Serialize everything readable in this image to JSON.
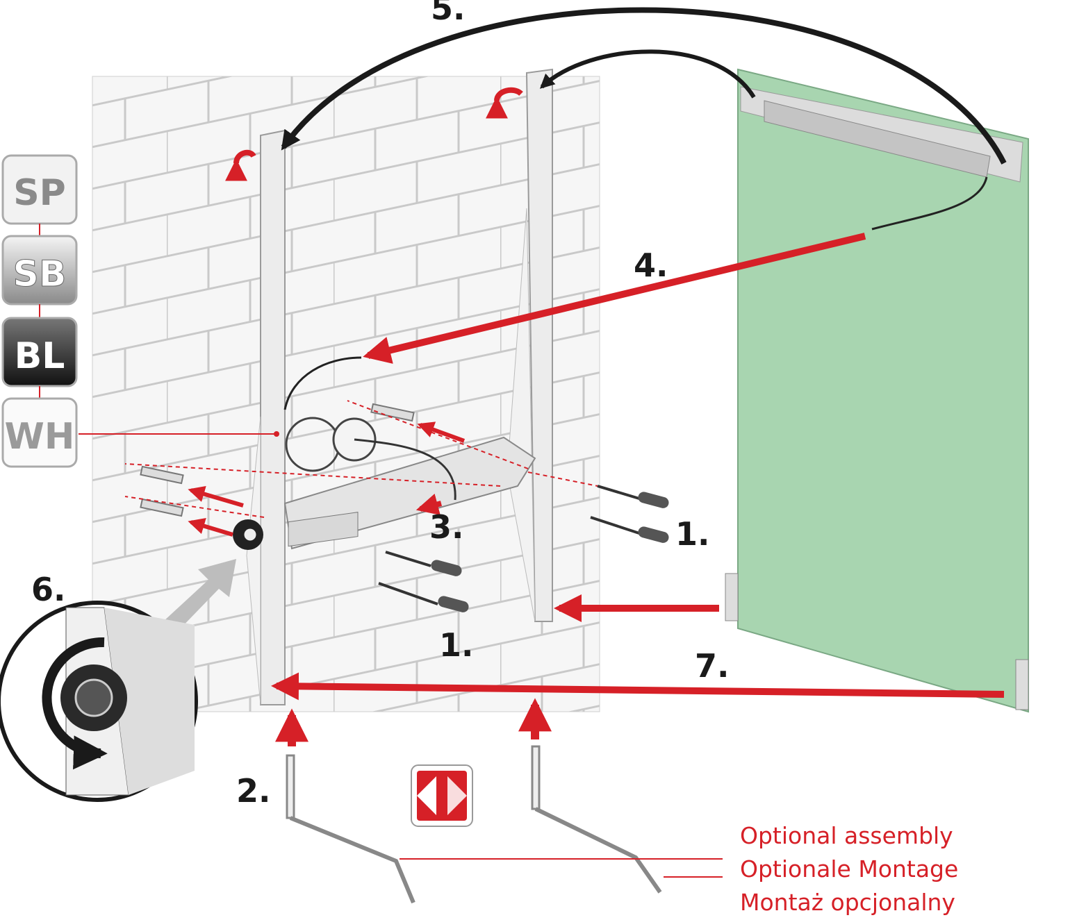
{
  "diagram": {
    "colors": {
      "accent_red": "#d62027",
      "panel_green": "#a8d5b0",
      "rail_grey": "#e8e8e8",
      "arrow_black": "#1a1a1a"
    },
    "badges": [
      {
        "label": "SP",
        "style": "light"
      },
      {
        "label": "SB",
        "style": "silver"
      },
      {
        "label": "BL",
        "style": "black"
      },
      {
        "label": "WH",
        "style": "white"
      }
    ],
    "steps": {
      "step1a": "1.",
      "step1b": "1.",
      "step2": "2.",
      "step3": "3.",
      "step4": "4.",
      "step5": "5.",
      "step6": "6.",
      "step7": "7."
    },
    "legend": [
      "Optional assembly",
      "Optionale Montage",
      "Montaż opcjonalny"
    ],
    "icons": [
      "reversible-mounting-icon",
      "knob-rotate-icon",
      "screwdriver-icon"
    ]
  }
}
